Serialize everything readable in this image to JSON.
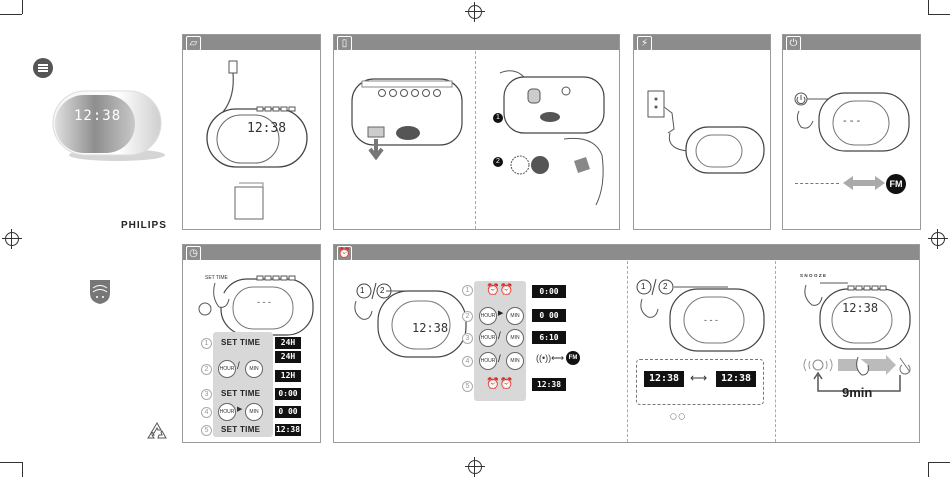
{
  "brand": {
    "name": "PHILIPS"
  },
  "product": {
    "display_time": "12:38"
  },
  "icons": {
    "top_panels": [
      "box-open-icon",
      "battery-icon",
      "plug-icon",
      "power-icon"
    ],
    "bottom_panels": [
      "clock-icon",
      "alarm-clock-icon"
    ]
  },
  "panel_what_in_box": {},
  "panel_battery": {
    "step_labels": [
      "1",
      "2"
    ]
  },
  "panel_power": {},
  "panel_on": {
    "fm_label": "FM"
  },
  "panel_set_time": {
    "clock_label": "SET TIME",
    "clock_display": "- - -",
    "steps": [
      {
        "num": "1",
        "action": "SET TIME",
        "lcd": "24H"
      },
      {
        "num": "2",
        "buttons": [
          "HOUR",
          "MIN"
        ],
        "lcd_a": "24H",
        "lcd_b": "12H"
      },
      {
        "num": "3",
        "action": "SET TIME",
        "lcd": "0:00"
      },
      {
        "num": "4",
        "buttons": [
          "HOUR",
          "MIN"
        ],
        "lcd": "0 00"
      },
      {
        "num": "5",
        "action": "SET TIME",
        "lcd": "12:38"
      }
    ]
  },
  "panel_alarm": {
    "clock_display": "12:38",
    "alarm_numbers": [
      "1",
      "2"
    ],
    "steps": [
      {
        "num": "1",
        "lcd": "0:00"
      },
      {
        "num": "2",
        "buttons": [
          "HOUR",
          "MIN"
        ],
        "lcd": "0 00"
      },
      {
        "num": "3",
        "buttons": [
          "HOUR",
          "MIN"
        ],
        "lcd": "6:10"
      },
      {
        "num": "4",
        "buttons": [
          "HOUR",
          "MIN"
        ],
        "fm": "FM"
      },
      {
        "num": "5",
        "lcd": "12:38"
      }
    ],
    "toggle_lcd_a": "12:38",
    "toggle_lcd_b": "12:38",
    "snooze_label": "SNOOZE",
    "snooze_display": "12:38",
    "snooze_time": "9min"
  }
}
